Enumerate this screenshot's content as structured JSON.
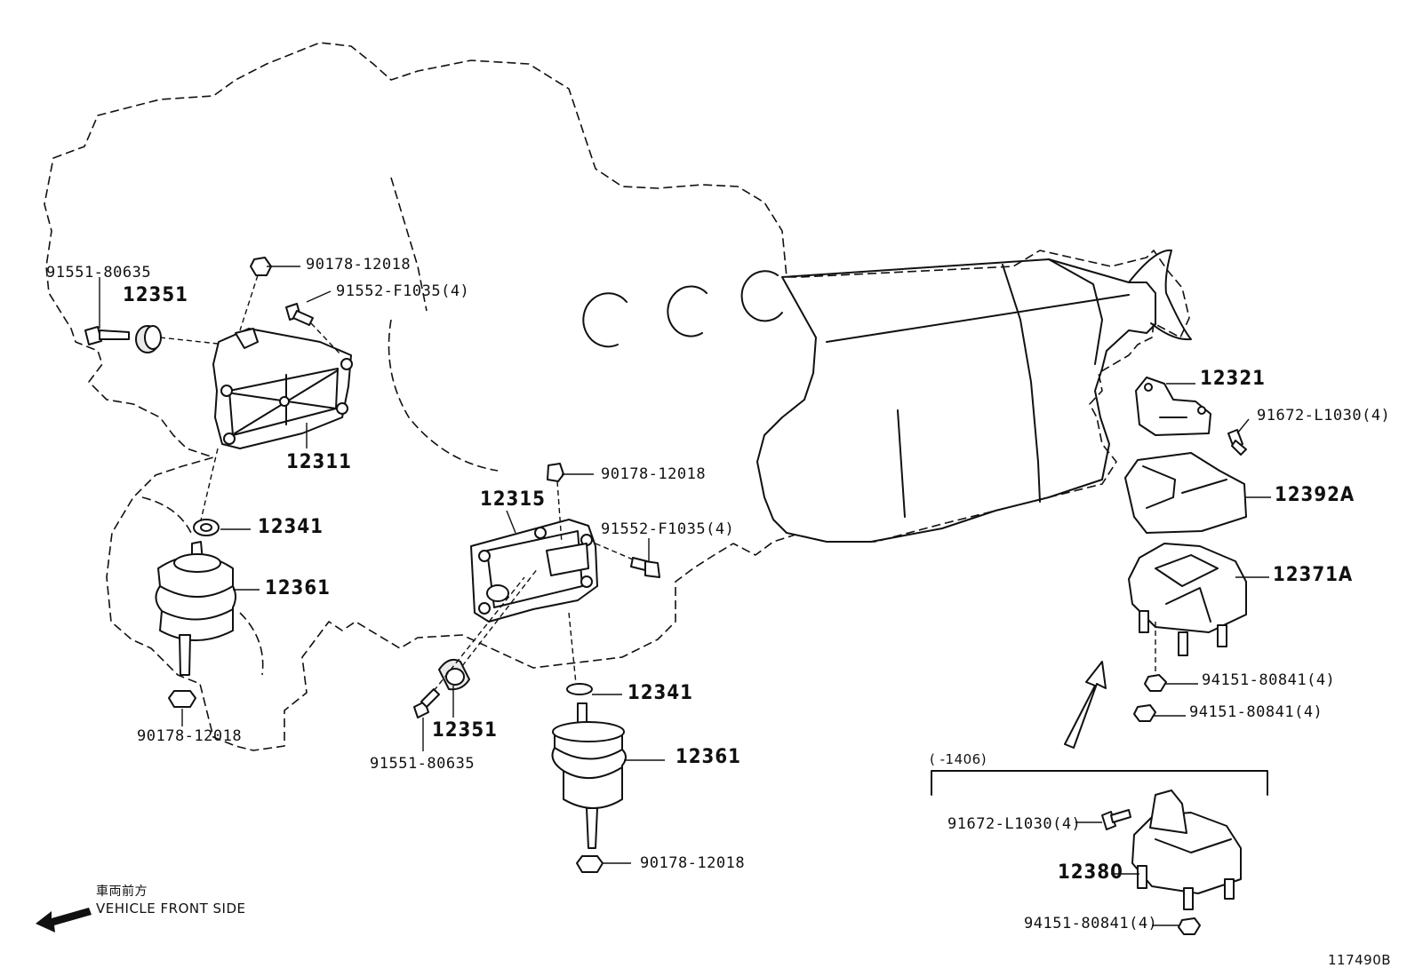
{
  "labels": {
    "bolt_left_top": "91551-80635",
    "stopper_left": "12351",
    "nut_top_left": "90178-12018",
    "bolt_bracket_left": "91552-F1035(4)",
    "bracket_left": "12311",
    "washer_left": "12341",
    "insulator_left": "12361",
    "nut_bottom_left": "90178-12018",
    "nut_center": "90178-12018",
    "bracket_right": "12315",
    "bolt_bracket_right": "91552-F1035(4)",
    "stopper_center": "12351",
    "bolt_center": "91551-80635",
    "washer_center": "12341",
    "insulator_center": "12361",
    "nut_bottom_center": "90178-12018",
    "rear_bracket": "12321",
    "rear_bolt": "91672-L1030(4)",
    "rear_stopper": "12392A",
    "rear_insulator": "12371A",
    "rear_nut_1": "94151-80841(4)",
    "rear_nut_2": "94151-80841(4)",
    "range_note": "(      -1406)",
    "range_bolt": "91672-L1030(4)",
    "range_assembly": "12380",
    "range_nut": "94151-80841(4)",
    "front_jp": "車両前方",
    "front_en": "VEHICLE FRONT SIDE",
    "figure_id": "117490B"
  }
}
